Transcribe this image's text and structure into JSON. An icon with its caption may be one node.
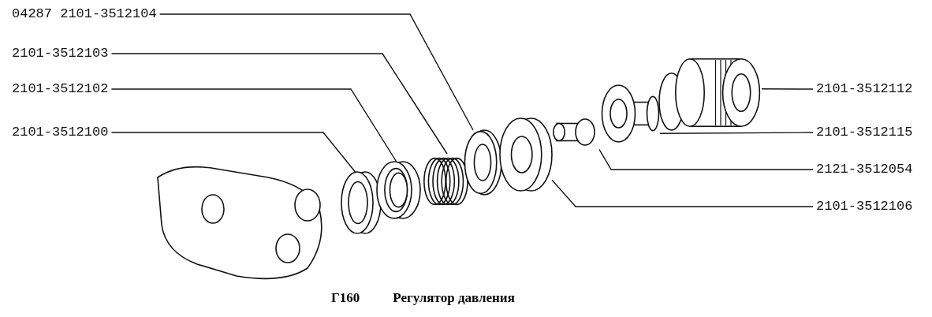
{
  "diagram": {
    "caption": "Регулятор давления",
    "nodes": [
      {
        "text": [
          "04287 2101-3512104"
        ]
      },
      {
        "text": [
          "2101-3512103"
        ]
      },
      {
        "text": [
          "2101-3512102"
        ]
      },
      {
        "text": [
          "2101-3512100"
        ]
      },
      {
        "text": [
          "2101-3512112"
        ]
      },
      {
        "text": [
          "2101-3512115"
        ]
      },
      {
        "text": [
          "2121-3512054"
        ]
      },
      {
        "text": [
          "2101-3512106"
        ]
      },
      {
        "text": [],
        "shape": "picture"
      },
      {
        "text": [],
        "shape": "picture"
      },
      {
        "text": [],
        "shape": "picture"
      },
      {
        "text": [],
        "shape": "picture"
      },
      {
        "text": [],
        "shape": "picture"
      },
      {
        "text": [],
        "shape": "picture"
      },
      {
        "text": [],
        "shape": "picture"
      },
      {
        "text": [],
        "shape": "picture"
      }
    ],
    "edges": [
      {
        "from": 0,
        "to": 11,
        "arrow": "none"
      },
      {
        "from": 1,
        "to": 10,
        "arrow": "none"
      },
      {
        "from": 2,
        "to": 9,
        "arrow": "none"
      },
      {
        "from": 3,
        "to": 8,
        "arrow": "none"
      },
      {
        "from": 4,
        "to": 15,
        "arrow": "none"
      },
      {
        "from": 5,
        "to": 14,
        "arrow": "none"
      },
      {
        "from": 6,
        "to": 13,
        "arrow": "none"
      },
      {
        "from": 7,
        "to": 12,
        "arrow": "none"
      }
    ],
    "labels": [
      "Г160"
    ]
  }
}
